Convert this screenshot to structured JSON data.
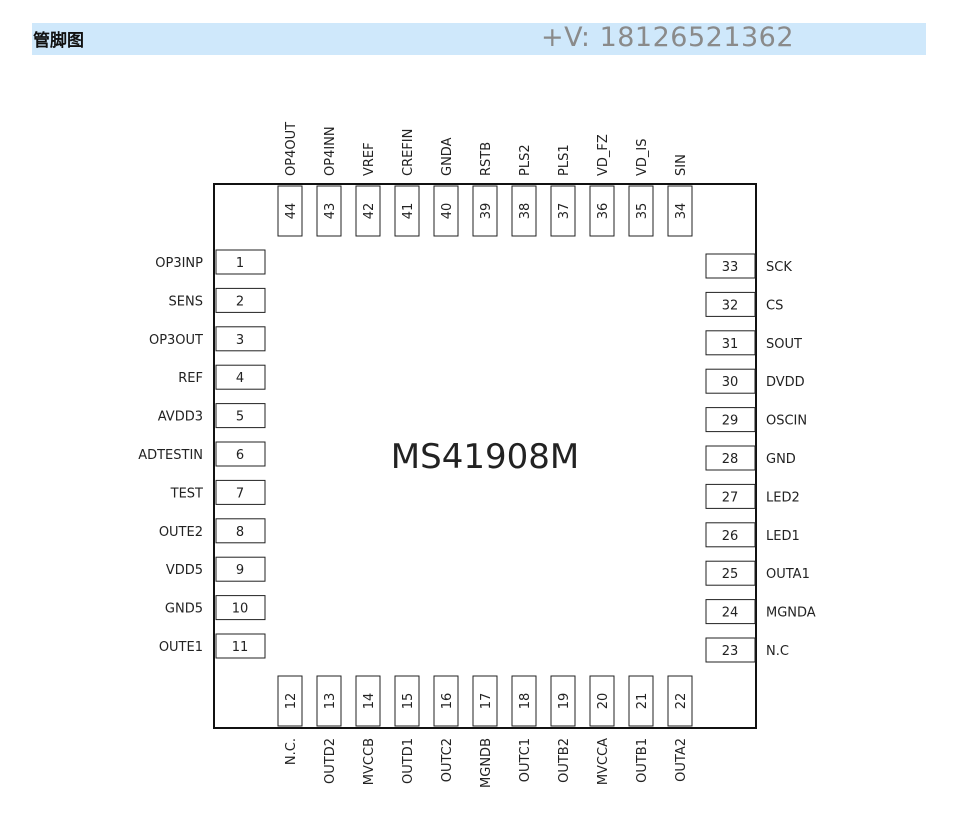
{
  "header": {
    "title": "管脚图",
    "contact": "+V: 18126521362"
  },
  "chip": {
    "name": "MS41908M"
  },
  "pins": {
    "left": [
      {
        "n": "1",
        "name": "OP3INP"
      },
      {
        "n": "2",
        "name": "SENS"
      },
      {
        "n": "3",
        "name": "OP3OUT"
      },
      {
        "n": "4",
        "name": "REF"
      },
      {
        "n": "5",
        "name": "AVDD3"
      },
      {
        "n": "6",
        "name": "ADTESTIN"
      },
      {
        "n": "7",
        "name": "TEST"
      },
      {
        "n": "8",
        "name": "OUTE2"
      },
      {
        "n": "9",
        "name": "VDD5"
      },
      {
        "n": "10",
        "name": "GND5"
      },
      {
        "n": "11",
        "name": "OUTE1"
      }
    ],
    "bottom": [
      {
        "n": "12",
        "name": "N.C."
      },
      {
        "n": "13",
        "name": "OUTD2"
      },
      {
        "n": "14",
        "name": "MVCCB"
      },
      {
        "n": "15",
        "name": "OUTD1"
      },
      {
        "n": "16",
        "name": "OUTC2"
      },
      {
        "n": "17",
        "name": "MGNDB"
      },
      {
        "n": "18",
        "name": "OUTC1"
      },
      {
        "n": "19",
        "name": "OUTB2"
      },
      {
        "n": "20",
        "name": "MVCCA"
      },
      {
        "n": "21",
        "name": "OUTB1"
      },
      {
        "n": "22",
        "name": "OUTA2"
      }
    ],
    "right": [
      {
        "n": "23",
        "name": "N.C"
      },
      {
        "n": "24",
        "name": "MGNDA"
      },
      {
        "n": "25",
        "name": "OUTA1"
      },
      {
        "n": "26",
        "name": "LED1"
      },
      {
        "n": "27",
        "name": "LED2"
      },
      {
        "n": "28",
        "name": "GND"
      },
      {
        "n": "29",
        "name": "OSCIN"
      },
      {
        "n": "30",
        "name": "DVDD"
      },
      {
        "n": "31",
        "name": "SOUT"
      },
      {
        "n": "32",
        "name": "CS"
      },
      {
        "n": "33",
        "name": "SCK"
      }
    ],
    "top": [
      {
        "n": "34",
        "name": "SIN"
      },
      {
        "n": "35",
        "name": "VD_IS"
      },
      {
        "n": "36",
        "name": "VD_FZ"
      },
      {
        "n": "37",
        "name": "PLS1"
      },
      {
        "n": "38",
        "name": "PLS2"
      },
      {
        "n": "39",
        "name": "RSTB"
      },
      {
        "n": "40",
        "name": "GNDA"
      },
      {
        "n": "41",
        "name": "CREFIN"
      },
      {
        "n": "42",
        "name": "VREF"
      },
      {
        "n": "43",
        "name": "OP4INN"
      },
      {
        "n": "44",
        "name": "OP4OUT"
      }
    ]
  }
}
